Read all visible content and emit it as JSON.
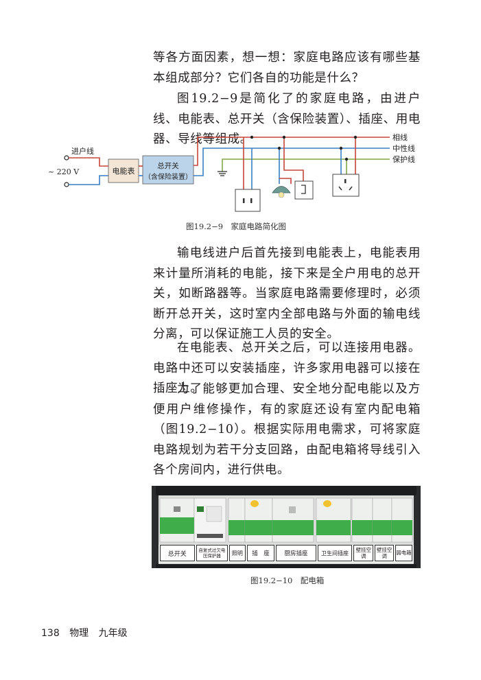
{
  "paragraphs": {
    "p1": "等各方面因素，想一想：家庭电路应该有哪些基本组成部分？它们各自的功能是什么？",
    "p2": "图19.2−9是简化了的家庭电路，由进户线、电能表、总开关（含保险装置）、插座、用电器、导线等组成。",
    "p3": "输电线进户后首先接到电能表上，电能表用来计量所消耗的电能，接下来是全户用电的总开关，如断路器等。当家庭电路需要修理时，必须断开总开关，这时室内全部电路与外面的输电线分离，可以保证施工人员的安全。",
    "p4": "在电能表、总开关之后，可以连接用电器。电路中还可以安装插座，许多家用电器可以接在插座上。",
    "p5": "为了能够更加合理、安全地分配电能以及方便用户维修操作，有的家庭还设有室内配电箱（图19.2−10）。根据实际用电需求，可将家庭电路规划为若干分支回路，由配电箱将导线引入各个房间内，进行供电。"
  },
  "figure1": {
    "incoming_label": "进户线",
    "voltage_label": "~ 220 V",
    "meter_label": "电能表",
    "switch_line1": "总开关",
    "switch_line2": "（含保险装置）",
    "live_label": "相线",
    "neutral_label": "中性线",
    "ground_label": "保护线",
    "caption": "图19.2−9　家庭电路简化图",
    "colors": {
      "live": "#c8453b",
      "neutral": "#3b7fc4",
      "ground": "#7fa84a",
      "box": "#f3e6d6",
      "switch_box": "#bcd4ea"
    }
  },
  "figure2": {
    "labels": [
      "总开关",
      "自复式过欠电压保护器",
      "照明",
      "插　座",
      "厨房插座",
      "卫生间插座",
      "壁挂空调",
      "壁挂空调",
      "弱电箱"
    ],
    "caption": "图19.2−10　配电箱",
    "colors": {
      "breaker_green": "#3fae4a",
      "breaker_white": "#eef0ee",
      "panel": "#2a2c2e"
    }
  },
  "footer": {
    "page_number": "138",
    "subject": "物理",
    "grade": "九年级"
  }
}
